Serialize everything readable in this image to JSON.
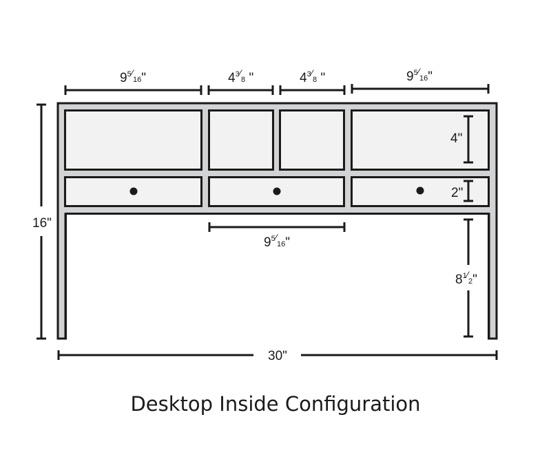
{
  "title": "Desktop Inside Configuration",
  "colors": {
    "frame": "#d2d3d5",
    "panel": "#f2f2f2",
    "opening": "#ffffff",
    "stroke": "#1a1a1a"
  },
  "dimensions": {
    "top": [
      {
        "id": "cubby-1-width",
        "label": "9⅝⁄",
        "text": "9 5/16\"",
        "whole": "9",
        "num": "5",
        "den": "16"
      },
      {
        "id": "cubby-2-width",
        "label": "4 3/8\"",
        "whole": "4",
        "num": "3",
        "den": "8"
      },
      {
        "id": "cubby-3-width",
        "label": "4 3/8\"",
        "whole": "4",
        "num": "3",
        "den": "8"
      },
      {
        "id": "cubby-4-width",
        "label": "9 5/16\"",
        "whole": "9",
        "num": "5",
        "den": "16"
      }
    ],
    "drawer_width": {
      "label": "9 5/16\"",
      "whole": "9",
      "num": "5",
      "den": "16"
    },
    "cubby_height": {
      "label": "4\"",
      "text": "4\""
    },
    "drawer_height": {
      "label": "2\"",
      "text": "2\""
    },
    "leg_clearance": {
      "label": "8 1/2\"",
      "whole": "8",
      "num": "1",
      "den": "2"
    },
    "overall_height": {
      "label": "16\"",
      "text": "16\""
    },
    "overall_width": {
      "label": "30\"",
      "text": "30\""
    }
  },
  "components": {
    "cubbies": [
      "cubby-1",
      "cubby-2",
      "cubby-3",
      "cubby-4"
    ],
    "drawers": [
      "drawer-left",
      "drawer-center",
      "drawer-right"
    ]
  }
}
